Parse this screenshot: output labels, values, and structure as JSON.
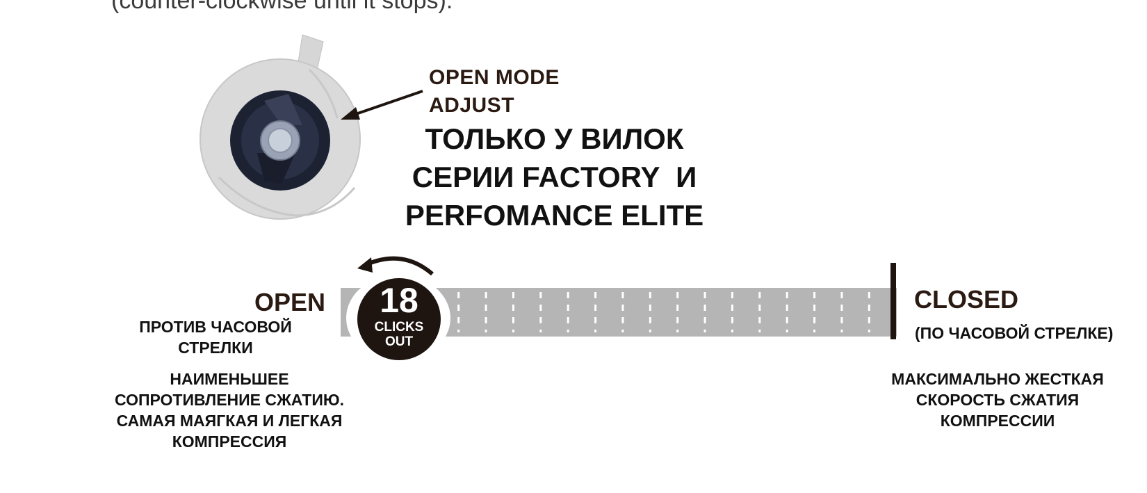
{
  "top_text": "(counter-clockwise until it stops).",
  "knob": {
    "callout": "OPEN MODE\nADJUST",
    "callout_line1": "OPEN MODE",
    "callout_line2": "ADJUST"
  },
  "title_ru": "ТОЛЬКО У ВИЛОК\nСЕРИИ FACTORY  И\nPERFOMANCE ELITE",
  "adjuster": {
    "clicks_value": "18",
    "clicks_label": "CLICKS\nOUT",
    "tick_count": 16
  },
  "left": {
    "label": "OPEN",
    "direction": "ПРОТИВ ЧАСОВОЙ\nСТРЕЛКИ",
    "description": "НАИМЕНЬШЕЕ\nСОПРОТИВЛЕНИЕ СЖАТИЮ.\nСАМАЯ МАЯГКАЯ И ЛЕГКАЯ\nКОМПРЕССИЯ"
  },
  "right": {
    "label": "CLOSED",
    "direction": "(ПО ЧАСОВОЙ СТРЕЛКЕ)",
    "description": "МАКСИМАЛЬНО ЖЕСТКАЯ\nСКОРОСТЬ СЖАТИЯ\nКОМПРЕССИИ"
  },
  "colors": {
    "dark_brown": "#1e1410",
    "track_gray": "#b5b5b5",
    "knob_gray": "#d9d9d9"
  }
}
